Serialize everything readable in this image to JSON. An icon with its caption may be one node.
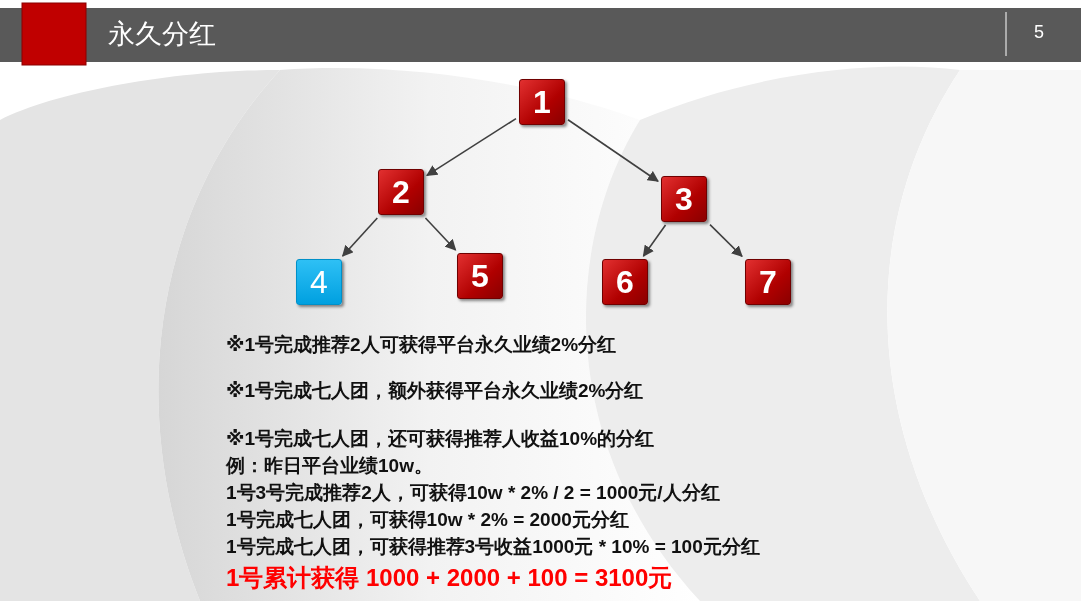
{
  "diagram": {
    "title": "永久分红",
    "nodes": [
      {
        "text": [
          "1"
        ]
      },
      {
        "text": [
          "2"
        ]
      },
      {
        "text": [
          "3"
        ]
      },
      {
        "text": [
          "4"
        ]
      },
      {
        "text": [
          "5"
        ]
      },
      {
        "text": [
          "6"
        ]
      },
      {
        "text": [
          "7"
        ]
      }
    ],
    "edges": [
      {
        "from": 0,
        "to": 1,
        "arrow": "to"
      },
      {
        "from": 0,
        "to": 2,
        "arrow": "to"
      },
      {
        "from": 1,
        "to": 3,
        "arrow": "to"
      },
      {
        "from": 1,
        "to": 4,
        "arrow": "to"
      },
      {
        "from": 2,
        "to": 5,
        "arrow": "to"
      },
      {
        "from": 2,
        "to": 6,
        "arrow": "to"
      }
    ],
    "labels": [
      "5",
      "※1号完成推荐2人可获得平台永久业绩2%分红",
      "※1号完成七人团，额外获得平台永久业绩2%分红",
      "※1号完成七人团，还可获得推荐人收益10%的分红",
      "例：昨日平台业绩10w。",
      "1号3号完成推荐2人，可获得10w * 2% / 2 = 1000元/人分红",
      "1号完成七人团，可获得10w * 2% = 2000元分红",
      "1号完成七人团，可获得推荐3号收益1000元 * 10% = 100元分红",
      "1号累计获得 1000 + 2000 + 100 = 3100元"
    ]
  }
}
